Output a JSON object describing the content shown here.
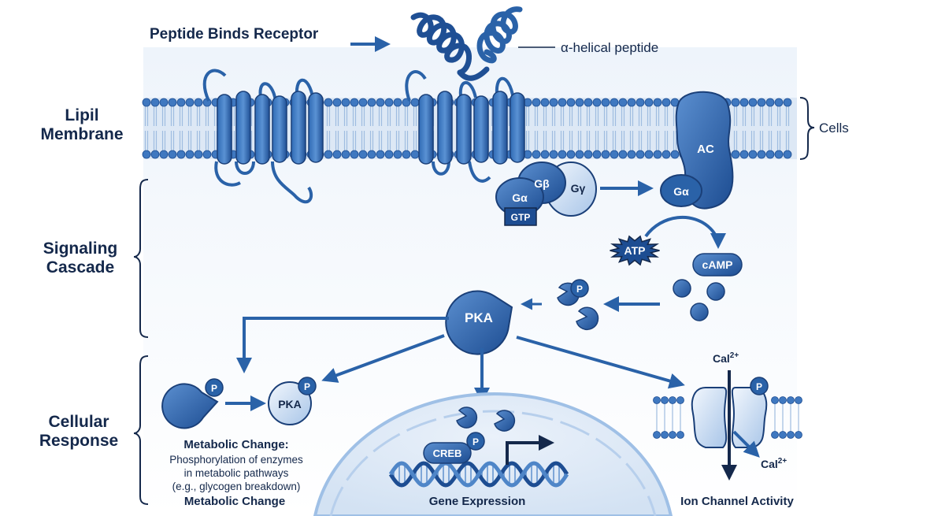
{
  "labels": {
    "top_title": "Peptide Binds Receptor",
    "peptide": "α-helical peptide",
    "cells": "Cells",
    "section_membrane": [
      "Lipil",
      "Membrane"
    ],
    "section_signaling": [
      "Signaling",
      "Cascade"
    ],
    "section_response": [
      "Cellular",
      "Response"
    ],
    "g_beta": "Gβ",
    "g_gamma": "Gγ",
    "g_alpha": "Gα",
    "gtp": "GTP",
    "ac": "AC",
    "g_alpha_ac": "Gα",
    "atp": "ATP",
    "camp": "cAMP",
    "pka": "PKA",
    "pka_small": "PKA",
    "p": "P",
    "creb": "CREB",
    "cal_in": "Cal",
    "cal_out": "Cal",
    "cal_sup": "2+",
    "metabolic_head": "Metabolic Change:",
    "metabolic_desc": [
      "Phosphorylation of enzymes",
      "in metabolic pathways",
      "(e.g., glycogen breakdown)"
    ],
    "metabolic_foot": "Metabolic Change",
    "gene_expression": "Gene Expression",
    "ion_channel": "Ion Channel Activity"
  },
  "colors": {
    "dark_navy": "#14284b",
    "blue": "#2a62a8",
    "blue_dark": "#1a3f78",
    "blue_light": "#9fc0e6",
    "membrane_band": "#dde8f5",
    "cell_bg": "#eaf1fa"
  }
}
